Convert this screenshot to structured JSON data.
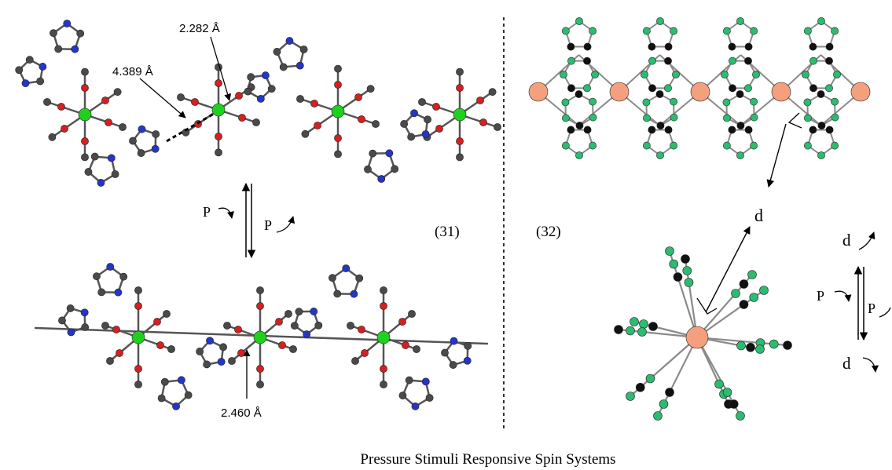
{
  "caption": "Pressure Stimuli Responsive Spin Systems",
  "left_panel": {
    "label": "(31)",
    "distances": [
      "2.282 Å",
      "4.389 Å",
      "2.460 Å"
    ],
    "pressure_forward": "P",
    "pressure_reverse": "P"
  },
  "right_panel": {
    "label": "(32)",
    "distance_label_top": "d",
    "pressure_forward": "P",
    "pressure_reverse": "P",
    "d_upper": "d",
    "d_lower": "d"
  },
  "colors": {
    "carbon": "#4a4a4a",
    "oxygen": "#d42020",
    "nitrogen": "#2535c8",
    "metal_green": "#1fd01f",
    "ring_green": "#2dbb72",
    "black_atom": "#111111",
    "salmon_metal": "#f4a07e",
    "bond": "#888888"
  }
}
